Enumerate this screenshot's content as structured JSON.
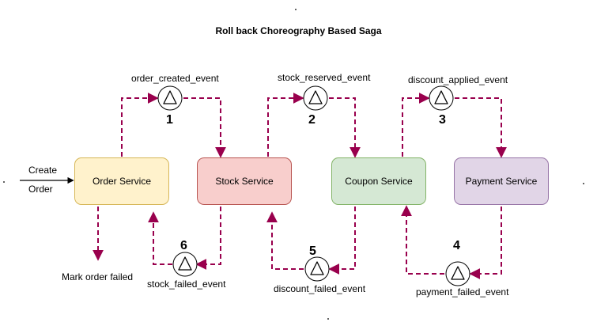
{
  "title": "Roll back Choreography Based Saga",
  "services": {
    "order": {
      "label": "Order Service",
      "fill": "#fff2cc",
      "stroke": "#d6b656"
    },
    "stock": {
      "label": "Stock Service",
      "fill": "#f8cecc",
      "stroke": "#b85450"
    },
    "coupon": {
      "label": "Coupon Service",
      "fill": "#d5e8d4",
      "stroke": "#82b366"
    },
    "payment": {
      "label": "Payment Service",
      "fill": "#e1d5e7",
      "stroke": "#9673a6"
    }
  },
  "input": {
    "line1": "Create",
    "line2": "Order"
  },
  "events": {
    "e1": {
      "label": "order_created_event",
      "number": "1"
    },
    "e2": {
      "label": "stock_reserved_event",
      "number": "2"
    },
    "e3": {
      "label": "discount_applied_event",
      "number": "3"
    },
    "e4": {
      "label": "payment_failed_event",
      "number": "4"
    },
    "e5": {
      "label": "discount_failed_event",
      "number": "5"
    },
    "e6": {
      "label": "stock_failed_event",
      "number": "6"
    }
  },
  "terminal": "Mark order failed",
  "colors": {
    "arrow": "#99004d"
  }
}
